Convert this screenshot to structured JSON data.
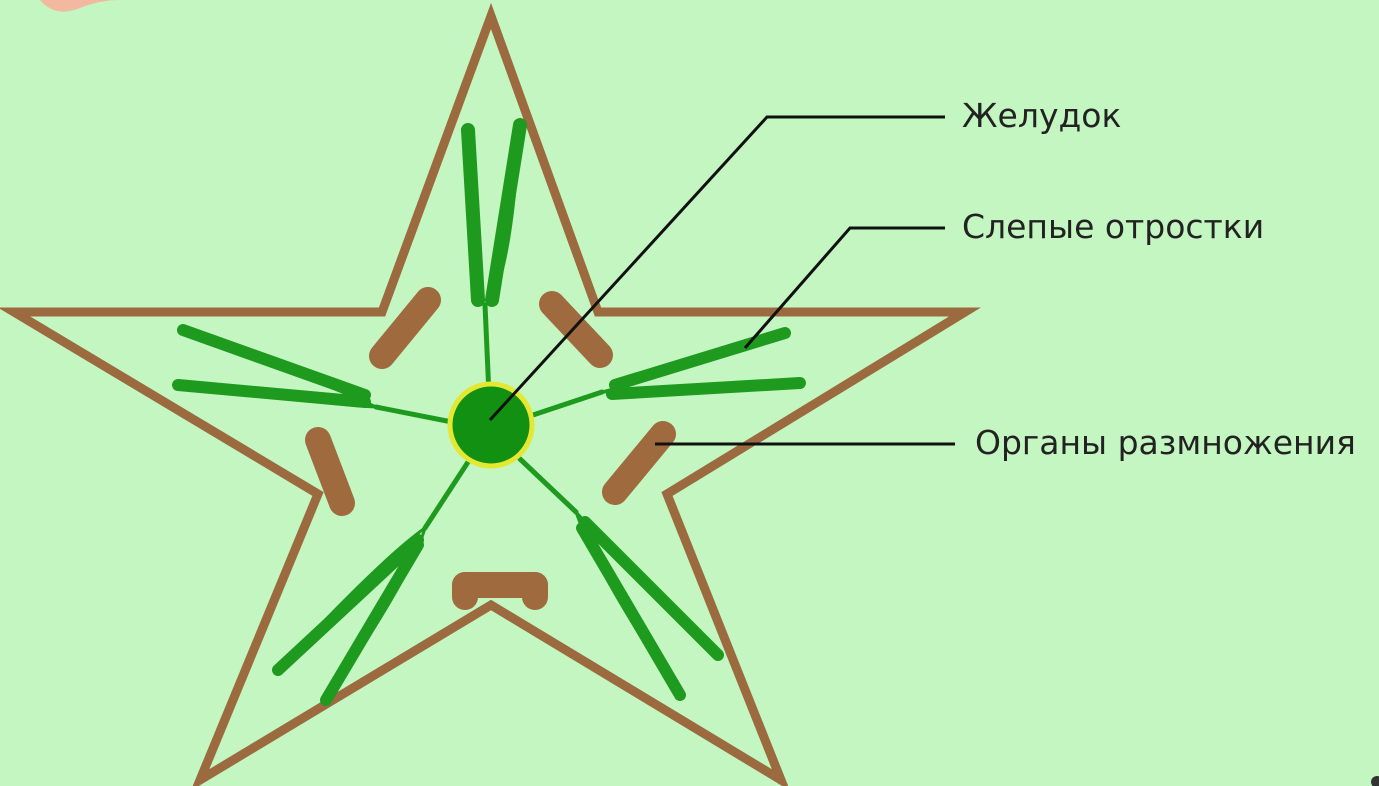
{
  "labels": {
    "stomach": "Желудок",
    "caeca": "Слепые отростки",
    "gonads": "Органы размножения"
  },
  "colors": {
    "background": "#c4f6c1",
    "star_outline": "#9b6a3f",
    "organs": "#9e6a3e",
    "caeca": "#1e9a1e",
    "stomach_fill": "#129012",
    "stomach_rim": "#e4e832",
    "leader_lines": "#111111"
  }
}
